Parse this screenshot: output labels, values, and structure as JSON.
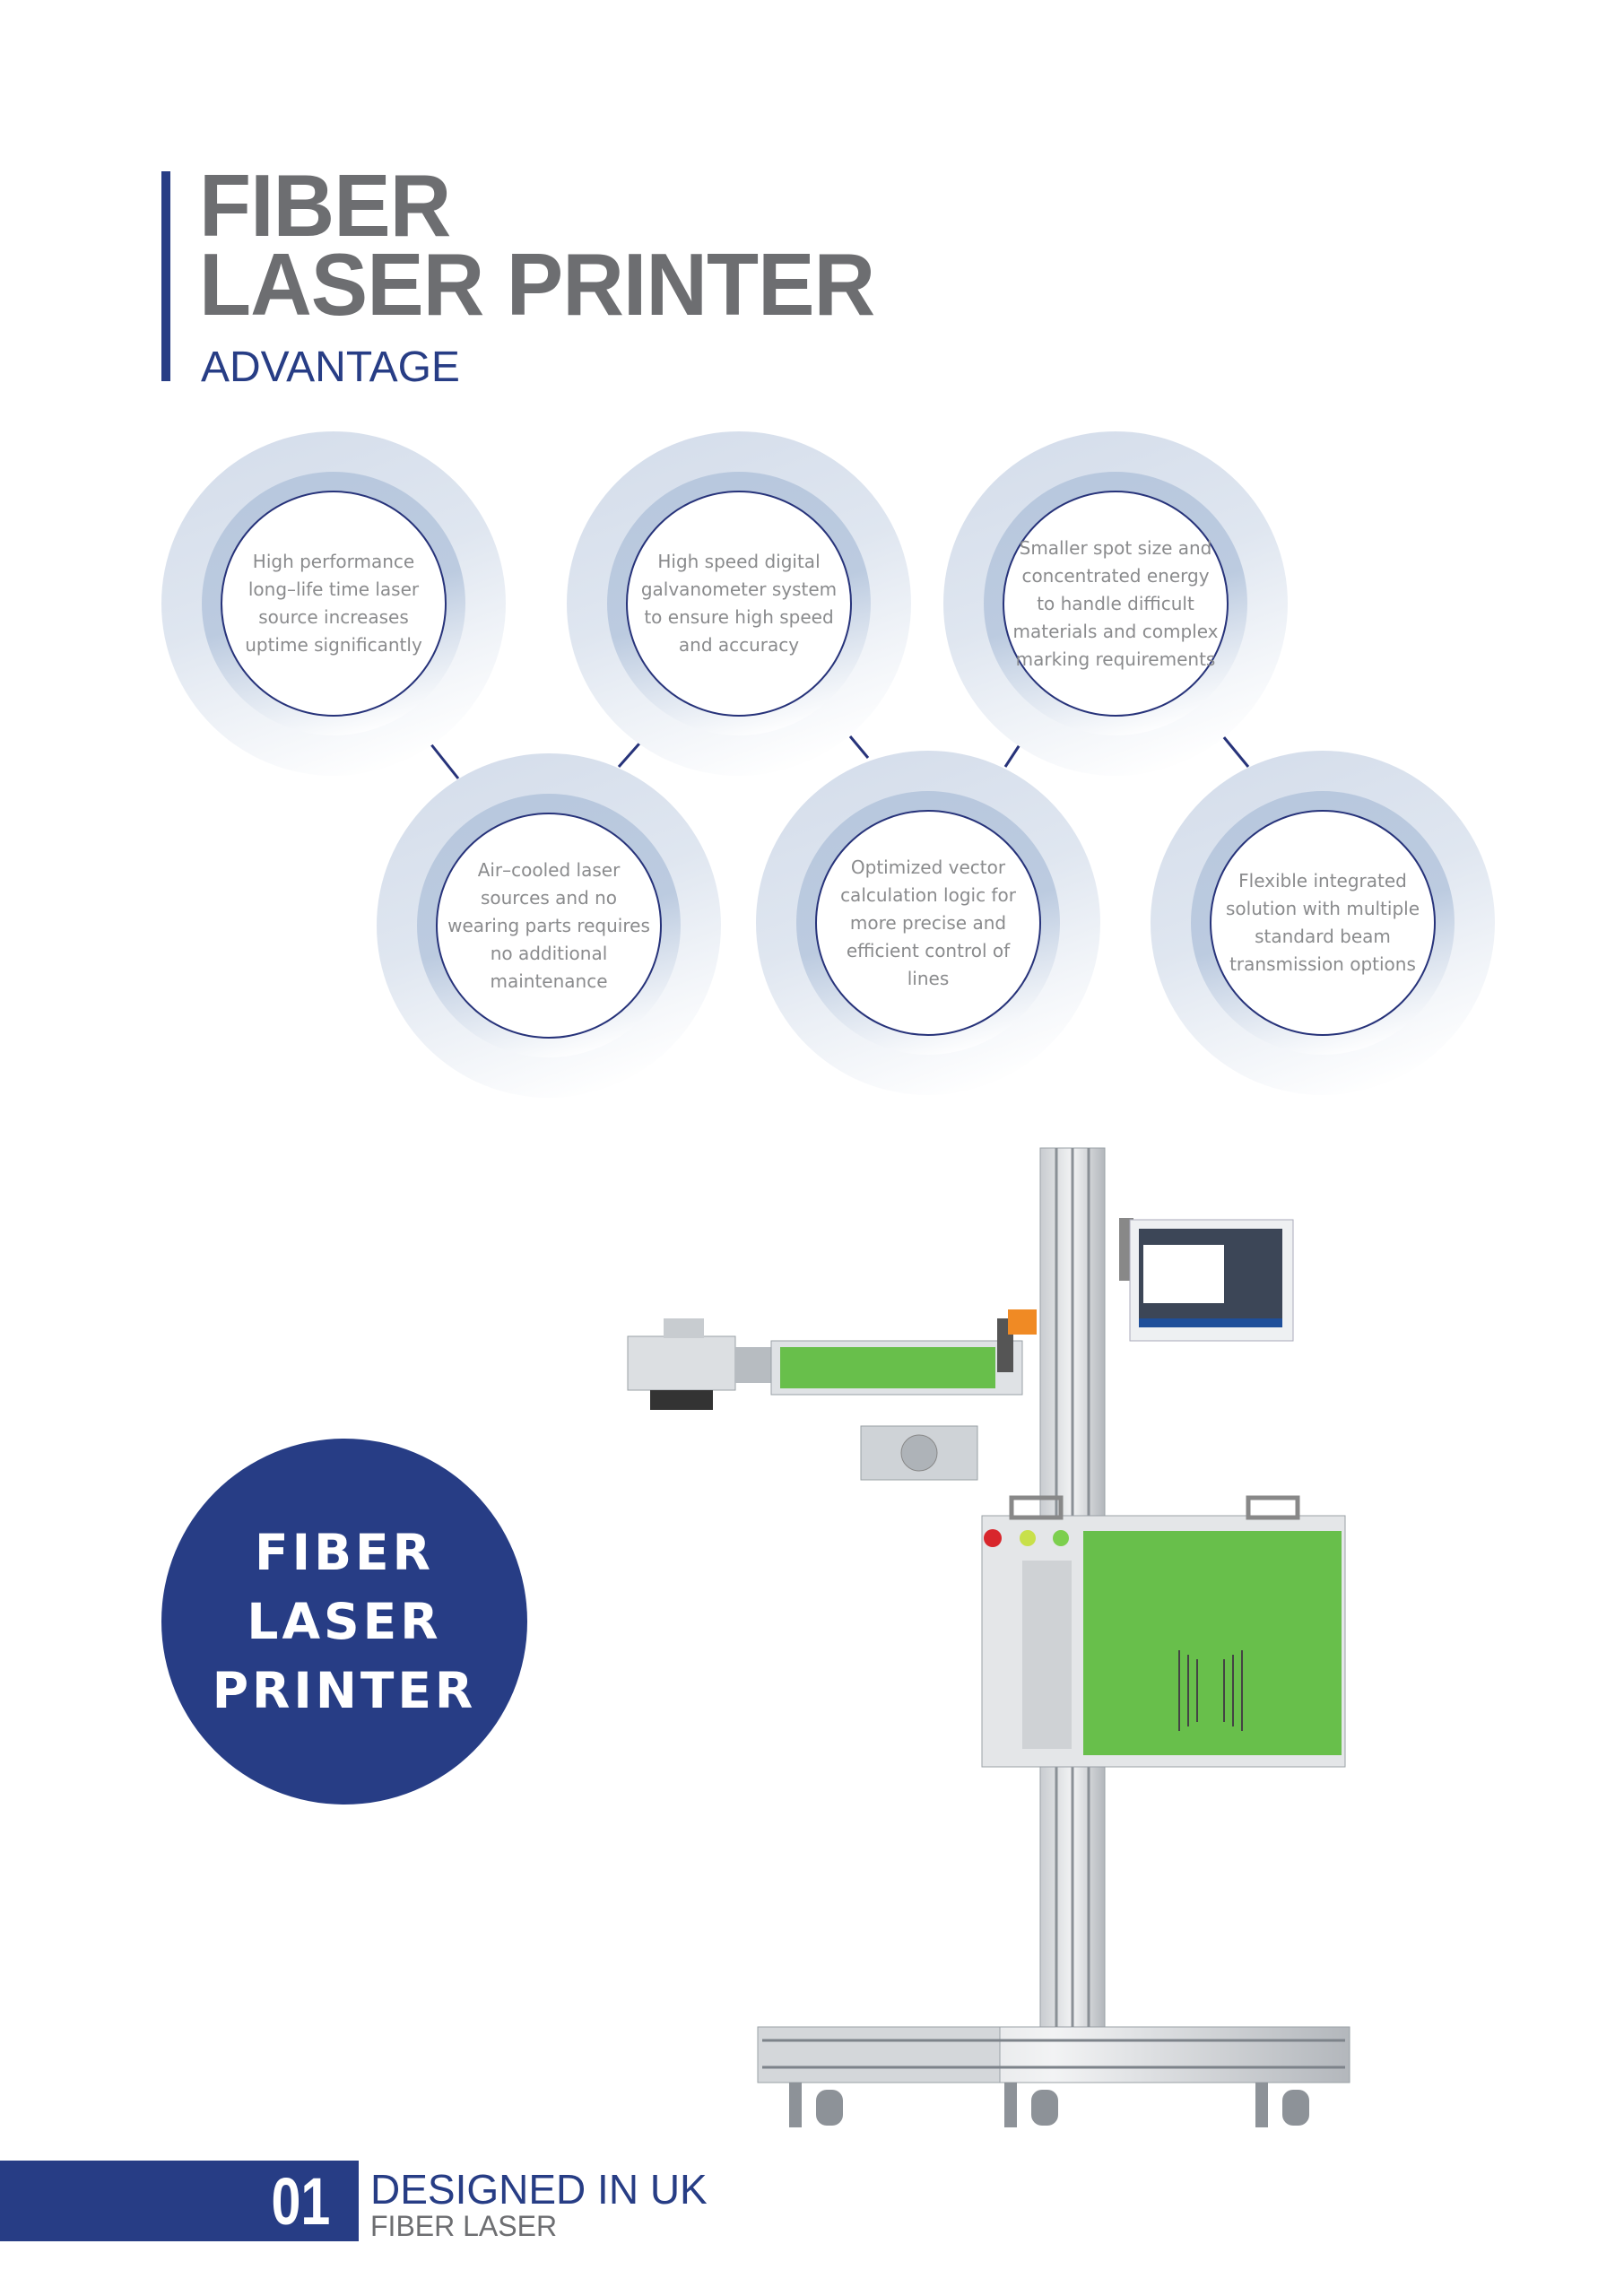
{
  "header": {
    "title_line1": "FIBER",
    "title_line2": "LASER PRINTER",
    "subtitle": "ADVANTAGE"
  },
  "advantages": [
    {
      "text": "High performance long–life time laser source increases uptime significantly"
    },
    {
      "text": "High speed digital galvanometer system to ensure high speed and accuracy"
    },
    {
      "text": "Smaller spot size and concentrated energy to handle difficult materials and complex marking requirements"
    },
    {
      "text": "Air–cooled laser sources and no wearing parts requires no additional maintenance"
    },
    {
      "text": "Optimized vector calculation logic for more precise and efficient control of lines"
    },
    {
      "text": "Flexible integrated solution with multiple standard beam transmission options"
    }
  ],
  "badge": {
    "line1": "FIBER",
    "line2": "LASER",
    "line3": "PRINTER"
  },
  "footer": {
    "page_number": "01",
    "title": "DESIGNED IN UK",
    "subtitle": "FIBER LASER"
  },
  "colors": {
    "brand_blue": "#273d85",
    "title_gray": "#6d6e71",
    "machine_green": "#68bf4b"
  }
}
